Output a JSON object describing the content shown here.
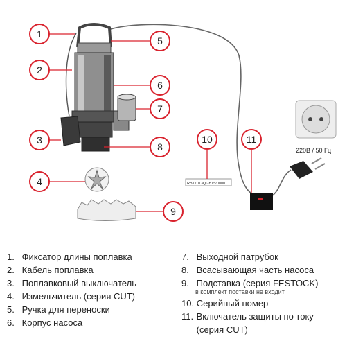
{
  "callouts": [
    "1",
    "2",
    "3",
    "4",
    "5",
    "6",
    "7",
    "8",
    "9",
    "10",
    "11"
  ],
  "serial_tag": "RB17013QGB15/00001",
  "voltage_label": "220В / 50 Гц",
  "legend_left": [
    {
      "num": "1.",
      "text": "Фиксатор длины поплавка"
    },
    {
      "num": "2.",
      "text": "Кабель поплавка"
    },
    {
      "num": "3.",
      "text": "Поплавковый выключатель"
    },
    {
      "num": "4.",
      "text": "Измельчитель (серия CUT)"
    },
    {
      "num": "5.",
      "text": "Ручка для переноски"
    },
    {
      "num": "6.",
      "text": "Корпус насоса"
    }
  ],
  "legend_right": [
    {
      "num": "7.",
      "text": "Выходной патрубок",
      "note": ""
    },
    {
      "num": "8.",
      "text": "Всасывающая часть насоса",
      "note": ""
    },
    {
      "num": "9.",
      "text": "Подставка (серия FESTOCK)",
      "note": "в комплект поставки не входит"
    },
    {
      "num": "10.",
      "text": "Серийный номер",
      "note": ""
    },
    {
      "num": "11.",
      "text": "Включатель защиты по току",
      "note": ""
    },
    {
      "num": "",
      "text": "(серия CUT)",
      "note": ""
    }
  ],
  "colors": {
    "callout_red": "#d9232e",
    "line": "#555555",
    "pump_dark": "#3a3a3a",
    "pump_mid": "#8a8a8a"
  }
}
